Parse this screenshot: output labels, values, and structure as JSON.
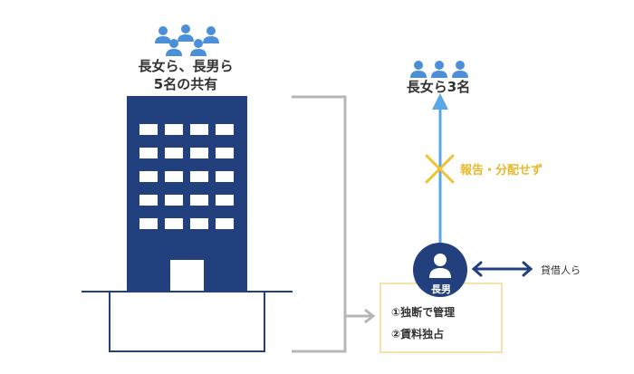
{
  "colors": {
    "navy": "#23407e",
    "blue_icon": "#4a8fd8",
    "arrow_blue": "#5aa7e6",
    "bracket_gray": "#b7b7b7",
    "cross_yellow": "#f1c12e",
    "box_border": "#f3d78a"
  },
  "icons": [
    "people-group-icon",
    "person-icon",
    "building-icon",
    "cross-icon",
    "double-arrow-icon"
  ],
  "building": {
    "owners_line1": "長女ら、長男ら",
    "owners_line2": "5名の共有"
  },
  "siblings": {
    "label": "長女ら3名"
  },
  "report": {
    "label": "報告・分配せず"
  },
  "tenants": {
    "label": "貸借人ら"
  },
  "eldest_son": {
    "label": "長男",
    "actions": [
      "①独断で管理",
      "②賃料独占"
    ]
  }
}
